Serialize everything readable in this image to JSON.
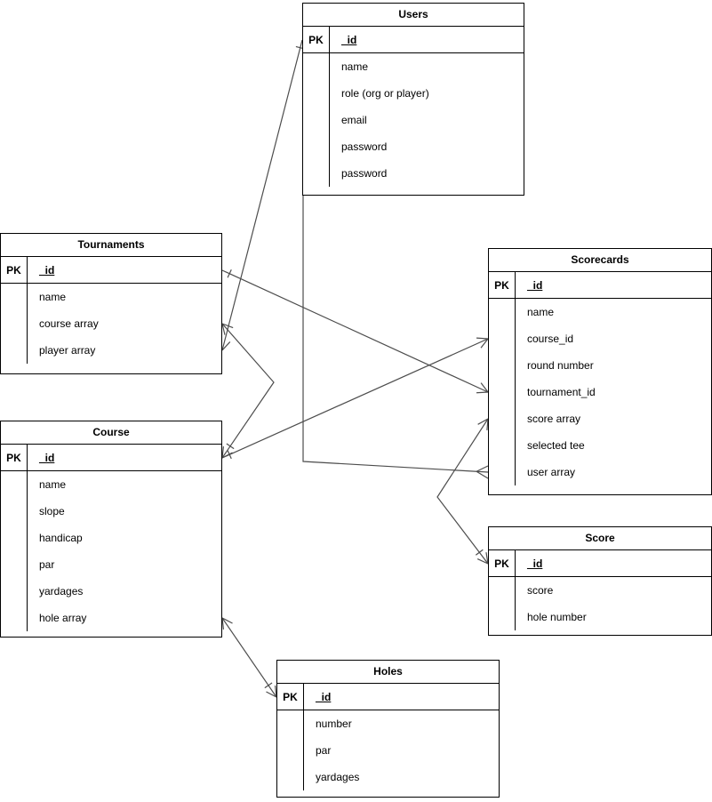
{
  "diagram": {
    "type": "entity-relationship",
    "background_color": "#ffffff",
    "connector_color": "#4d4d4d",
    "border_color": "#000000"
  },
  "entities": {
    "users": {
      "title": "Users",
      "pk_label": "PK",
      "pk_field": "_id",
      "fields": [
        "name",
        "role (org or player)",
        "email",
        "password",
        "password"
      ]
    },
    "tournaments": {
      "title": "Tournaments",
      "pk_label": "PK",
      "pk_field": "_id",
      "fields": [
        "name",
        "course array",
        "player array"
      ]
    },
    "course": {
      "title": "Course",
      "pk_label": "PK",
      "pk_field": "_id",
      "fields": [
        "name",
        "slope",
        "handicap",
        "par",
        "yardages",
        "hole array"
      ]
    },
    "scorecards": {
      "title": "Scorecards",
      "pk_label": "PK",
      "pk_field": "_id",
      "fields": [
        "name",
        "course_id",
        "round number",
        "tournament_id",
        "score array",
        "selected tee",
        "user array"
      ]
    },
    "score": {
      "title": "Score",
      "pk_label": "PK",
      "pk_field": "_id",
      "fields": [
        "score",
        "hole number"
      ]
    },
    "holes": {
      "title": "Holes",
      "pk_label": "PK",
      "pk_field": "_id",
      "fields": [
        "number",
        "par",
        "yardages"
      ]
    }
  },
  "relationships": [
    {
      "from": "Users._id",
      "to": "Tournaments.player array"
    },
    {
      "from": "Users._id",
      "to": "Scorecards.user array"
    },
    {
      "from": "Tournaments._id",
      "to": "Scorecards.tournament_id"
    },
    {
      "from": "Tournaments.course array",
      "to": "Course._id"
    },
    {
      "from": "Course._id",
      "to": "Scorecards.course_id"
    },
    {
      "from": "Scorecards.score array",
      "to": "Score._id"
    },
    {
      "from": "Course.hole array",
      "to": "Holes._id"
    }
  ]
}
